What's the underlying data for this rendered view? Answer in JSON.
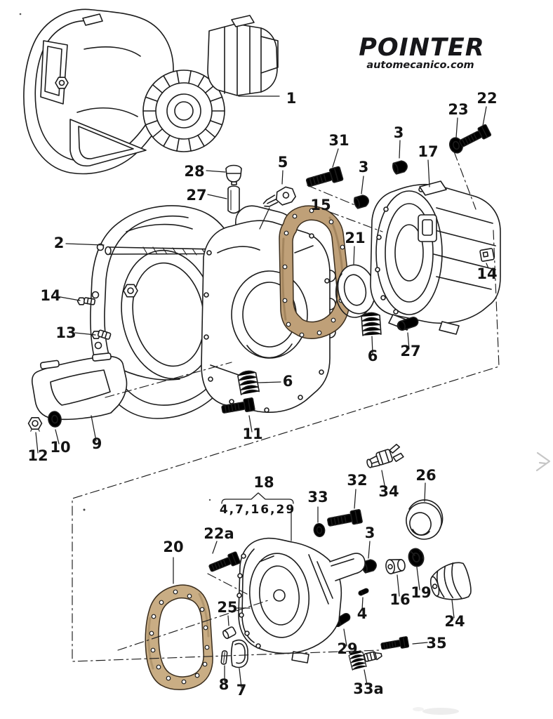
{
  "logo": {
    "title": "POINTER",
    "subtitle": "automecanico.com"
  },
  "colors": {
    "line": "#1c1c1c",
    "gasket_mid": "#bfa078",
    "gasket_bottom": "#c9ad84",
    "background": "#ffffff",
    "faint_mark": "#c6c6c6"
  },
  "callouts": {
    "part1": "1",
    "part2": "2",
    "part3a": "3",
    "part3b": "3",
    "part3c": "3",
    "part4": "4",
    "part5": "5",
    "part6a": "6",
    "part6b": "6",
    "part7": "7",
    "part8": "8",
    "part9": "9",
    "part10": "10",
    "part11": "11",
    "part12": "12",
    "part13": "13",
    "part14a": "14",
    "part14b": "14",
    "part15": "15",
    "part16": "16",
    "part17": "17",
    "part18": "18",
    "part18_members": "4,7,16,29",
    "part19": "19",
    "part20": "20",
    "part21": "21",
    "part22": "22",
    "part22a": "22a",
    "part23": "23",
    "part24": "24",
    "part25": "25",
    "part26": "26",
    "part27a": "27",
    "part27b": "27",
    "part28": "28",
    "part29": "29",
    "part31": "31",
    "part32": "32",
    "part33": "33",
    "part33a": "33a",
    "part34": "34",
    "part35": "35"
  }
}
